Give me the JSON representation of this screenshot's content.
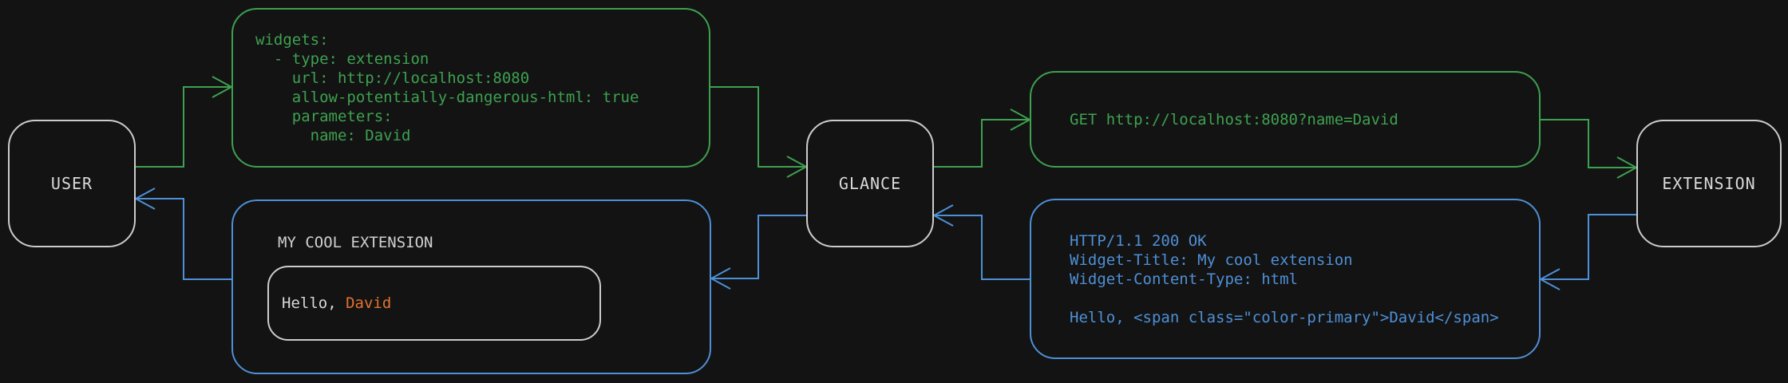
{
  "theme": {
    "bg": "#131314",
    "green": "#3ea14f",
    "blue": "#4e90d5",
    "orange": "#e5722f",
    "node_border": "#cccccc",
    "text_light": "#d9d9d9"
  },
  "nodes": {
    "user": {
      "label": "USER"
    },
    "glance": {
      "label": "GLANCE"
    },
    "extension": {
      "label": "EXTENSION"
    }
  },
  "config_box": {
    "lines": [
      "widgets:",
      "  - type: extension",
      "    url: http://localhost:8080",
      "    allow-potentially-dangerous-html: true",
      "    parameters:",
      "      name: David"
    ]
  },
  "request_box": {
    "text": "GET http://localhost:8080?name=David"
  },
  "response_box": {
    "lines": [
      "HTTP/1.1 200 OK",
      "Widget-Title: My cool extension",
      "Widget-Content-Type: html",
      "",
      "Hello, <span class=\"color-primary\">David</span>"
    ]
  },
  "widget_preview": {
    "title": "MY COOL EXTENSION",
    "greeting_prefix": "Hello, ",
    "greeting_name": "David"
  }
}
